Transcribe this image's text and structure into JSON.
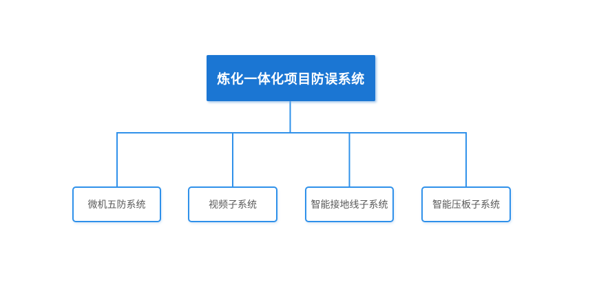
{
  "diagram": {
    "root": {
      "label": "炼化一体化项目防误系统"
    },
    "children": [
      {
        "label": "微机五防系统"
      },
      {
        "label": "视频子系统"
      },
      {
        "label": "智能接地线子系统"
      },
      {
        "label": "智能压板子系统"
      }
    ],
    "colors": {
      "root_fill": "#1b76d3",
      "root_text": "#ffffff",
      "connector_line": "#2e90ea",
      "child_border": "#2e90ea",
      "child_text": "#595959",
      "background": "#ffffff"
    }
  }
}
